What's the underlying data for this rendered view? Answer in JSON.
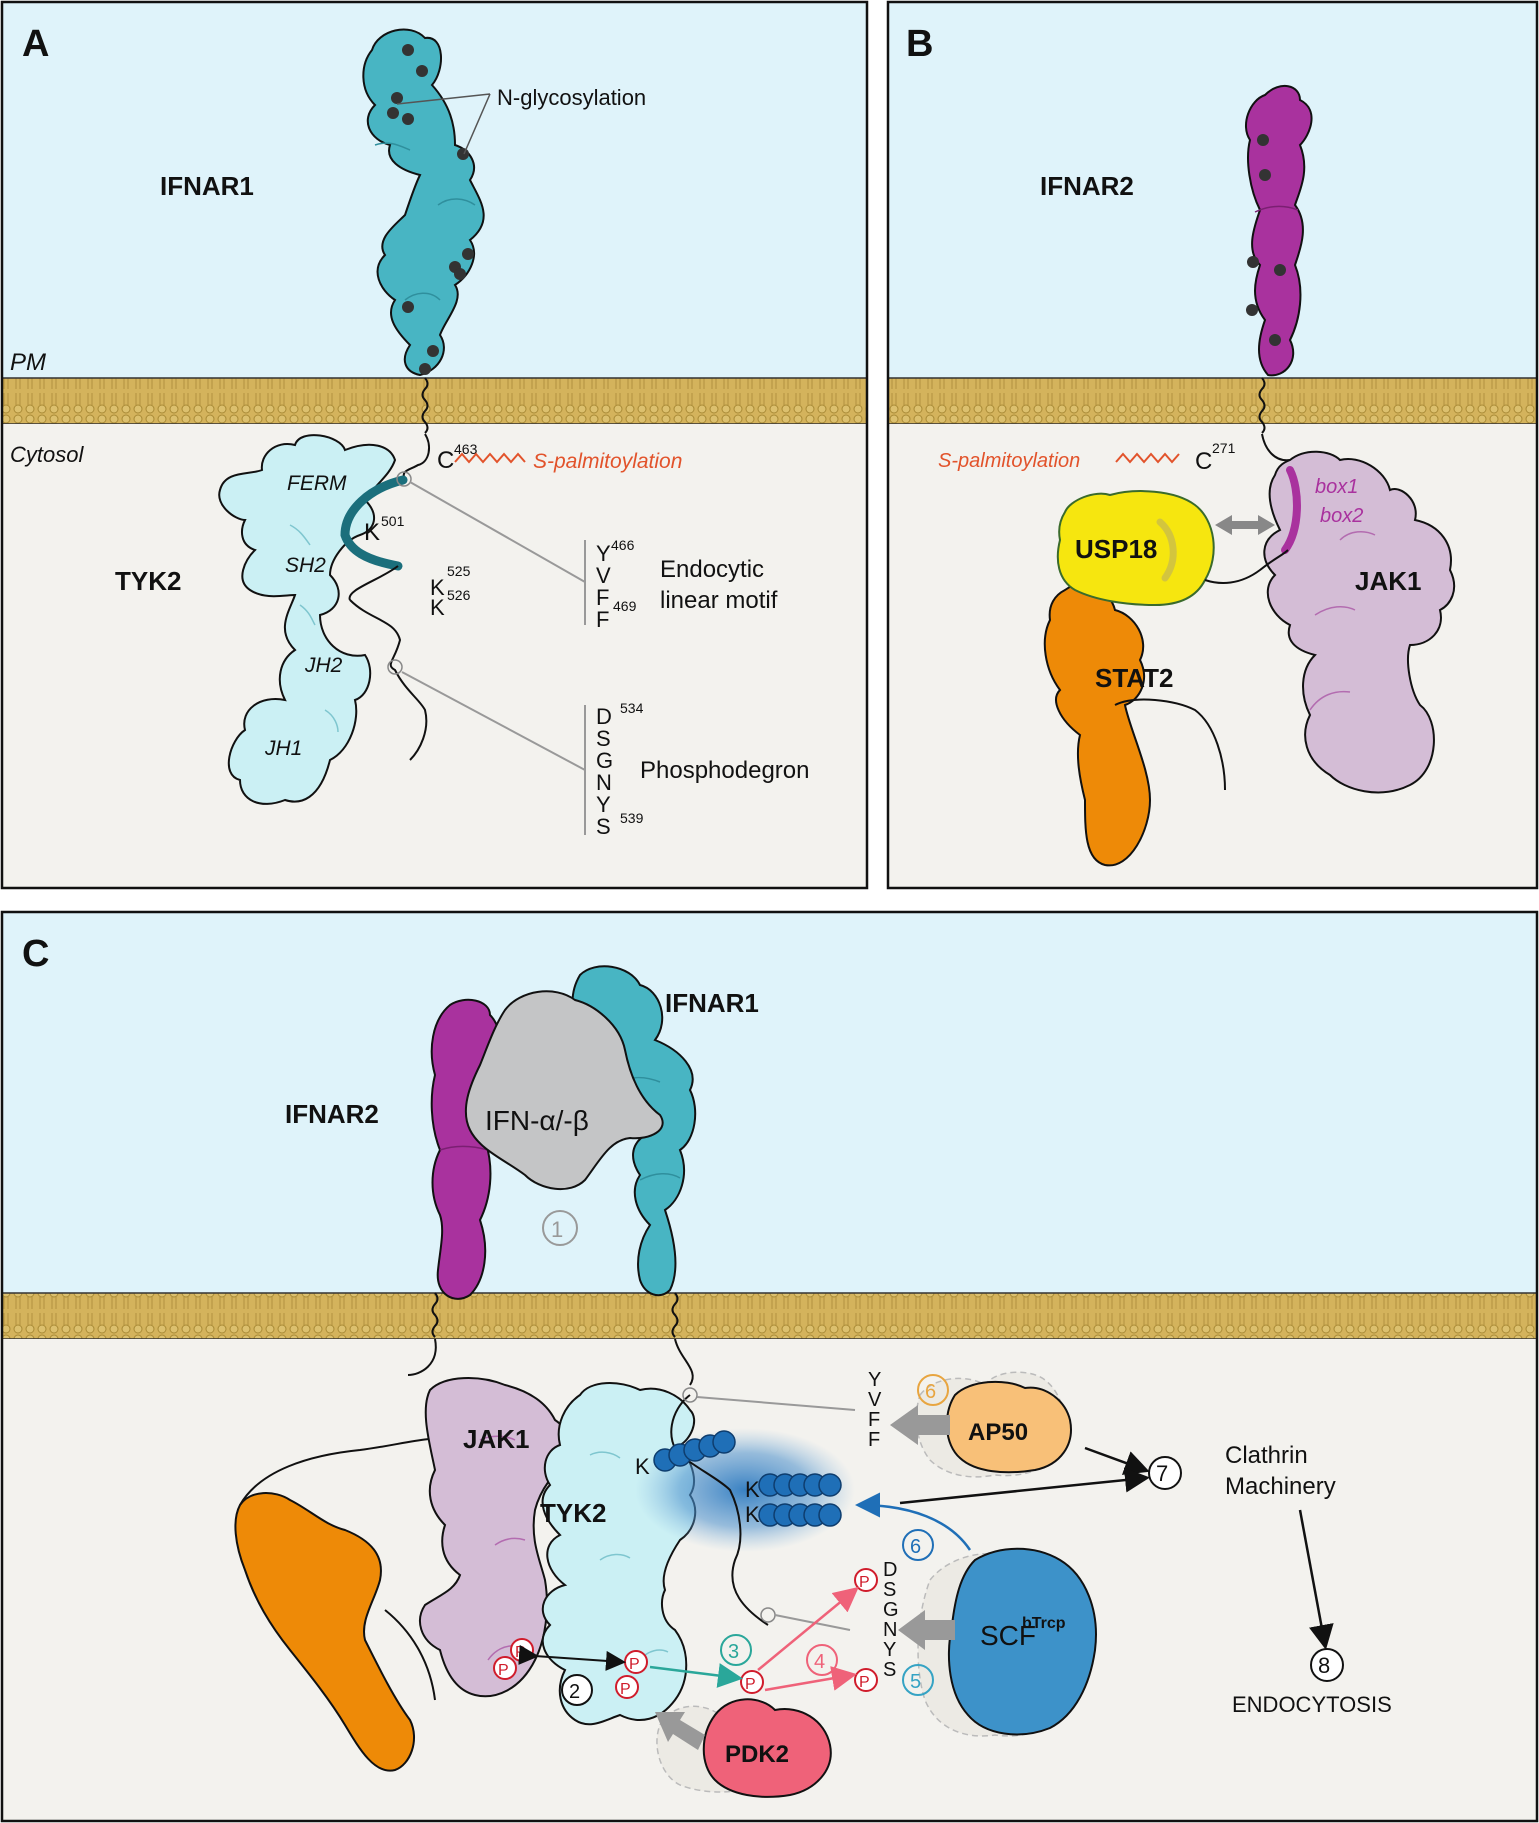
{
  "panelA": {
    "letter": "A",
    "pm": "PM",
    "cytosol": "Cytosol",
    "ifnar1": "IFNAR1",
    "glyco": "N-glycosylation",
    "tyk2": "TYK2",
    "ferm": "FERM",
    "sh2": "SH2",
    "jh2": "JH2",
    "jh1": "JH1",
    "k": "K",
    "k501": "501",
    "c": "C",
    "c463": "463",
    "palm": "S-palmitoylation",
    "k525": "525",
    "k526": "526",
    "endo_letters": [
      "Y",
      "V",
      "F",
      "F"
    ],
    "y466": "466",
    "f469": "469",
    "endo_label1": "Endocytic",
    "endo_label2": "linear motif",
    "phos_letters": [
      "D",
      "S",
      "G",
      "N",
      "Y",
      "S"
    ],
    "d534": "534",
    "s539": "539",
    "phos_label": "Phosphodegron"
  },
  "panelB": {
    "letter": "B",
    "ifnar2": "IFNAR2",
    "palm": "S-palmitoylation",
    "c": "C",
    "c271": "271",
    "box1": "box1",
    "box2": "box2",
    "usp18": "USP18",
    "jak1": "JAK1",
    "stat2": "STAT2"
  },
  "panelC": {
    "letter": "C",
    "ifnar1": "IFNAR1",
    "ifnar2": "IFNAR2",
    "ifn": "IFN-α/-β",
    "jak1": "JAK1",
    "tyk2": "TYK2",
    "k": "K",
    "p": "P",
    "pdk2": "PDK2",
    "ap50": "AP50",
    "scf": "SCF",
    "scf_sup": "bTrcp",
    "endo_letters": [
      "Y",
      "V",
      "F",
      "F"
    ],
    "phos_letters": [
      "D",
      "S",
      "G",
      "N",
      "Y",
      "S"
    ],
    "clathrin1": "Clathrin",
    "clathrin2": "Machinery",
    "endocytosis": "ENDOCYTOSIS",
    "steps": [
      "①",
      "②",
      "③",
      "④",
      "⑤",
      "⑥",
      "⑥",
      "⑦",
      "⑧"
    ]
  },
  "colors": {
    "extracellular": "#dff3fa",
    "cytosol": "#f3f2ee",
    "membrane": "#d4b35c",
    "ifnar1": "#48b5c3",
    "ifnar2": "#a9329e",
    "tyk2": "#cbf0f4",
    "jak1": "#d4bdd6",
    "usp18": "#f6e60f",
    "stat2": "#ee8a07",
    "ifn": "#c4c5c6",
    "ap50": "#f8c078",
    "pdk2": "#ef6279",
    "scf": "#3d92c9",
    "ubiquitin": "#1f6fb7",
    "palmitoyl": "#e2532b"
  }
}
